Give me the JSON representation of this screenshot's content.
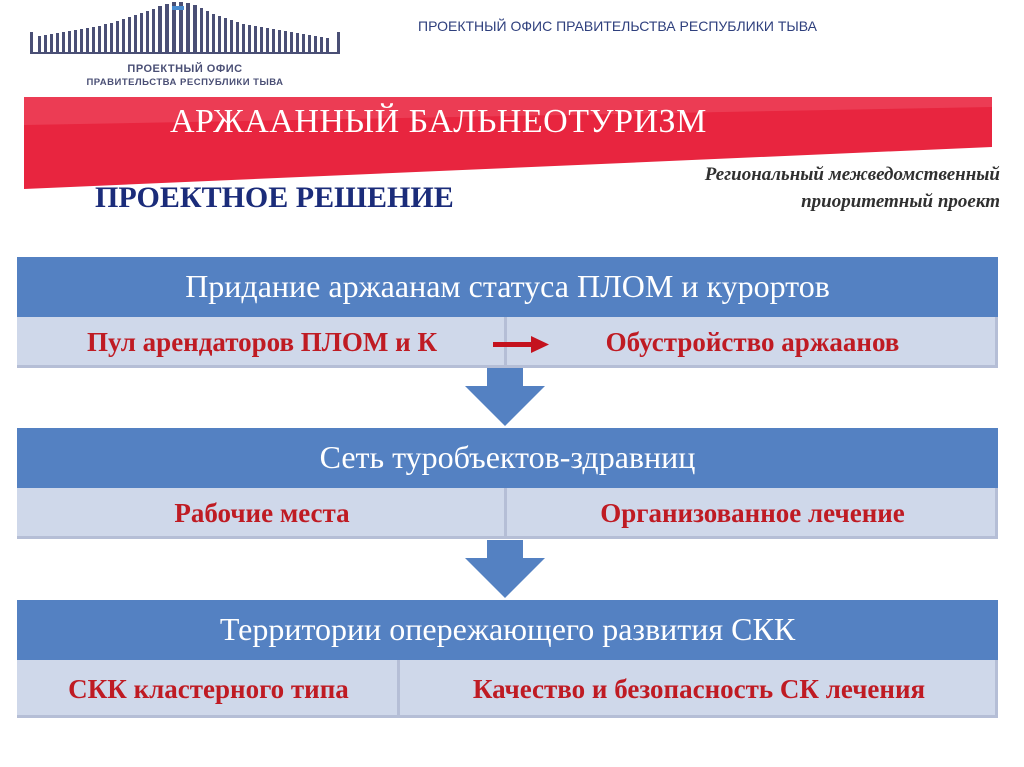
{
  "header": {
    "logo_line1": "ПРОЕКТНЫЙ ОФИС",
    "logo_line2": "ПРАВИТЕЛЬСТВА РЕСПУБЛИКИ ТЫВА",
    "org_title": "ПРОЕКТНЫЙ ОФИС ПРАВИТЕЛЬСТВА РЕСПУБЛИКИ ТЫВА"
  },
  "banner": {
    "title": "АРЖААННЫЙ  БАЛЬНЕОТУРИЗМ"
  },
  "subtitle": "ПРОЕКТНОЕ РЕШЕНИЕ",
  "note": {
    "line1": "Региональный межведомственный",
    "line2": "приоритетный проект"
  },
  "blocks": [
    {
      "title": "Придание аржаанам статуса ПЛОМ и курортов",
      "left": "Пул арендаторов ПЛОМ и К",
      "right": "Обустройство аржаанов"
    },
    {
      "title": "Сеть туробъектов-здравниц",
      "left": "Рабочие места",
      "right": "Организованное лечение"
    },
    {
      "title": "Территории опережающего развития СКК",
      "left": "СКК кластерного типа",
      "right": "Качество и безопасность СК лечения"
    }
  ],
  "colors": {
    "banner_red": "#e8253f",
    "block_header": "#5481c2",
    "cell_bg": "#cfd8ea",
    "cell_text": "#bf1b23",
    "subtitle": "#1b2c7a",
    "arrow": "#5481c2"
  }
}
